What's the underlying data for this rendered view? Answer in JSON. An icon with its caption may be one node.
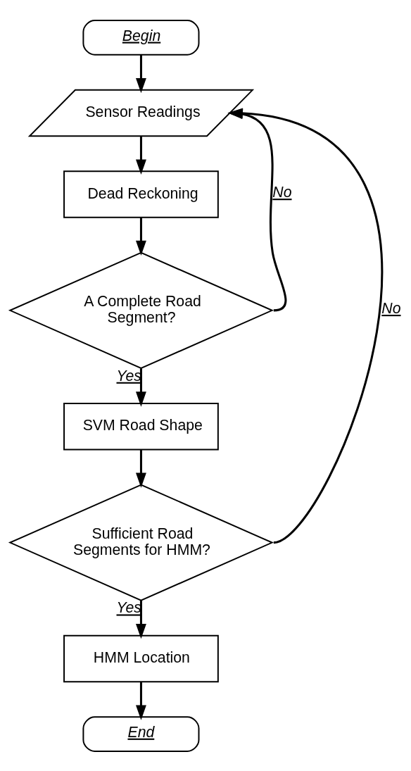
{
  "diagram": {
    "nodes": [
      {
        "text": [
          "Begin"
        ]
      },
      {
        "text": [
          "Sensor Readings"
        ]
      },
      {
        "text": [
          "Dead Reckoning"
        ]
      },
      {
        "text": [
          "A Complete Road Segment?"
        ]
      },
      {
        "text": [
          "SVM Road Shape"
        ]
      },
      {
        "text": [
          "Sufficient Road Segments for HMM?"
        ]
      },
      {
        "text": [
          "HMM Location"
        ]
      },
      {
        "text": [
          "End"
        ]
      }
    ],
    "edges": [
      {
        "from": 0,
        "to": 1,
        "arrow": "to"
      },
      {
        "from": 1,
        "to": 2,
        "arrow": "to"
      },
      {
        "from": 2,
        "to": 3,
        "arrow": "to"
      },
      {
        "from": 3,
        "to": 4,
        "arrow": "to",
        "label": "Yes"
      },
      {
        "from": 3,
        "to": 1,
        "arrow": "to",
        "label": "No"
      },
      {
        "from": 4,
        "to": 5,
        "arrow": "to"
      },
      {
        "from": 5,
        "to": 6,
        "arrow": "to",
        "label": "Yes"
      },
      {
        "from": 5,
        "to": 1,
        "arrow": "to",
        "label": "No"
      },
      {
        "from": 6,
        "to": 7,
        "arrow": "to"
      }
    ]
  }
}
